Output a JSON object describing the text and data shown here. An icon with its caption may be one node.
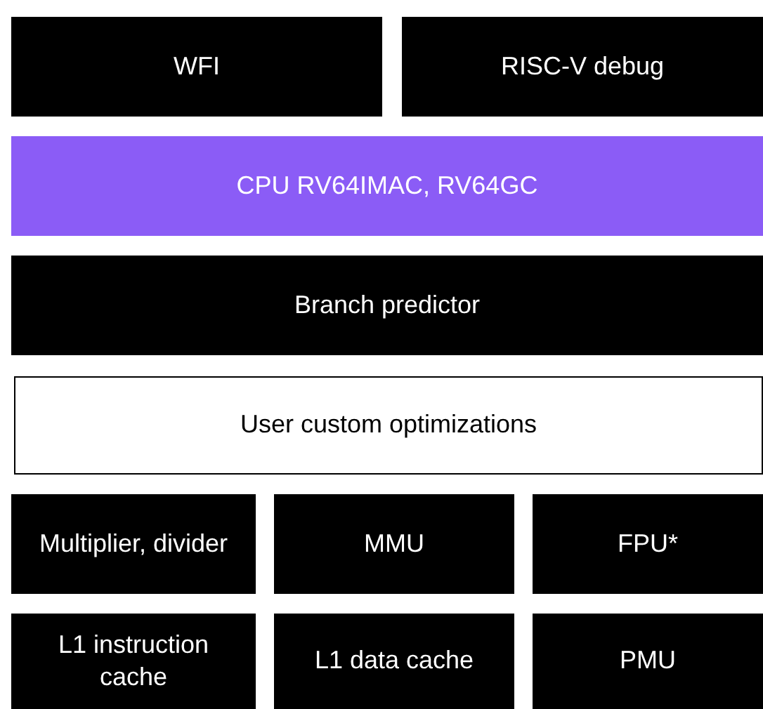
{
  "diagram": {
    "nodes": [
      {
        "text": [
          "WFI"
        ]
      },
      {
        "text": [
          "RISC-V debug"
        ]
      },
      {
        "text": [
          "CPU RV64IMAC, RV64GC"
        ]
      },
      {
        "text": [
          "Branch predictor"
        ]
      },
      {
        "text": [
          "User custom optimizations"
        ]
      },
      {
        "text": [
          "Multiplier, divider"
        ]
      },
      {
        "text": [
          "MMU"
        ]
      },
      {
        "text": [
          "FPU*"
        ]
      },
      {
        "text": [
          "L1 instruction cache"
        ]
      },
      {
        "text": [
          "L1 data cache"
        ]
      },
      {
        "text": [
          "PMU"
        ]
      }
    ]
  }
}
